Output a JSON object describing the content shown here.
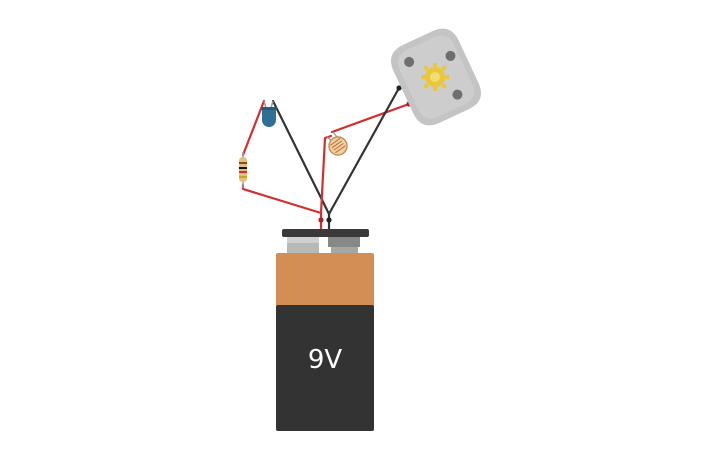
{
  "circuit": {
    "battery": {
      "label": "9V",
      "colors": {
        "top": "#d38f53",
        "body": "#333333",
        "cap": "#3a3a3a",
        "terminal_left": "#b8b8b8",
        "terminal_right": "#888888"
      }
    },
    "components": [
      {
        "name": "battery-9v",
        "type": "battery"
      },
      {
        "name": "led-blue",
        "type": "led",
        "color": "#2f6f96"
      },
      {
        "name": "resistor",
        "type": "resistor"
      },
      {
        "name": "photoresistor",
        "type": "photoresistor"
      },
      {
        "name": "dc-motor",
        "type": "motor"
      }
    ],
    "wire_colors": {
      "positive": "#d22f2f",
      "negative": "#333333"
    }
  }
}
